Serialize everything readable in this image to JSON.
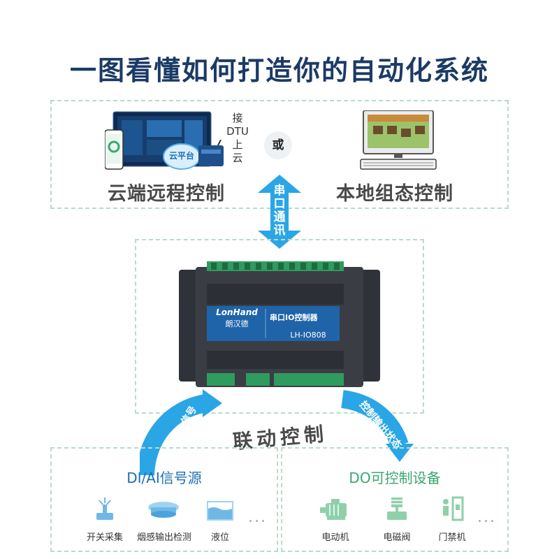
{
  "title": "一图看懂如何打造你的自动化系统",
  "top_left": {
    "label": "云端远程控制",
    "cloud_badge": "云平台",
    "dtu_note_lines": [
      "接",
      "DTU",
      "上",
      "云"
    ]
  },
  "or_label": "或",
  "top_right": {
    "label": "本地组态控制"
  },
  "serial_arrow": {
    "label_chars": [
      "串",
      "口",
      "通",
      "讯"
    ]
  },
  "device": {
    "brand": "LonHand",
    "brand_cn": "朗汉德",
    "product_name": "串口IO控制器",
    "model": "LH-IO808"
  },
  "linkage_label": "联动控制",
  "left_arrow_label": "监测输入信号",
  "right_arrow_label": "控制输出状态",
  "di_box": {
    "title": "DI/AI信号源",
    "items": [
      {
        "label": "开关采集",
        "icon": "switch-sensor-icon"
      },
      {
        "label": "烟感输出检测",
        "icon": "smoke-detector-icon"
      },
      {
        "label": "液位",
        "icon": "liquid-level-icon"
      }
    ],
    "more": "..."
  },
  "do_box": {
    "title": "DO可控制设备",
    "items": [
      {
        "label": "电动机",
        "icon": "motor-icon"
      },
      {
        "label": "电磁阀",
        "icon": "solenoid-valve-icon"
      },
      {
        "label": "门禁机",
        "icon": "access-control-icon"
      }
    ],
    "more": "..."
  },
  "colors": {
    "title": "#1b3a66",
    "arrow_blue": "#2aa6e6",
    "di_title": "#1e6fb0",
    "do_title": "#3aa870",
    "dashed_border": "#b9dcc7",
    "device_blue": "#1f64a8"
  }
}
